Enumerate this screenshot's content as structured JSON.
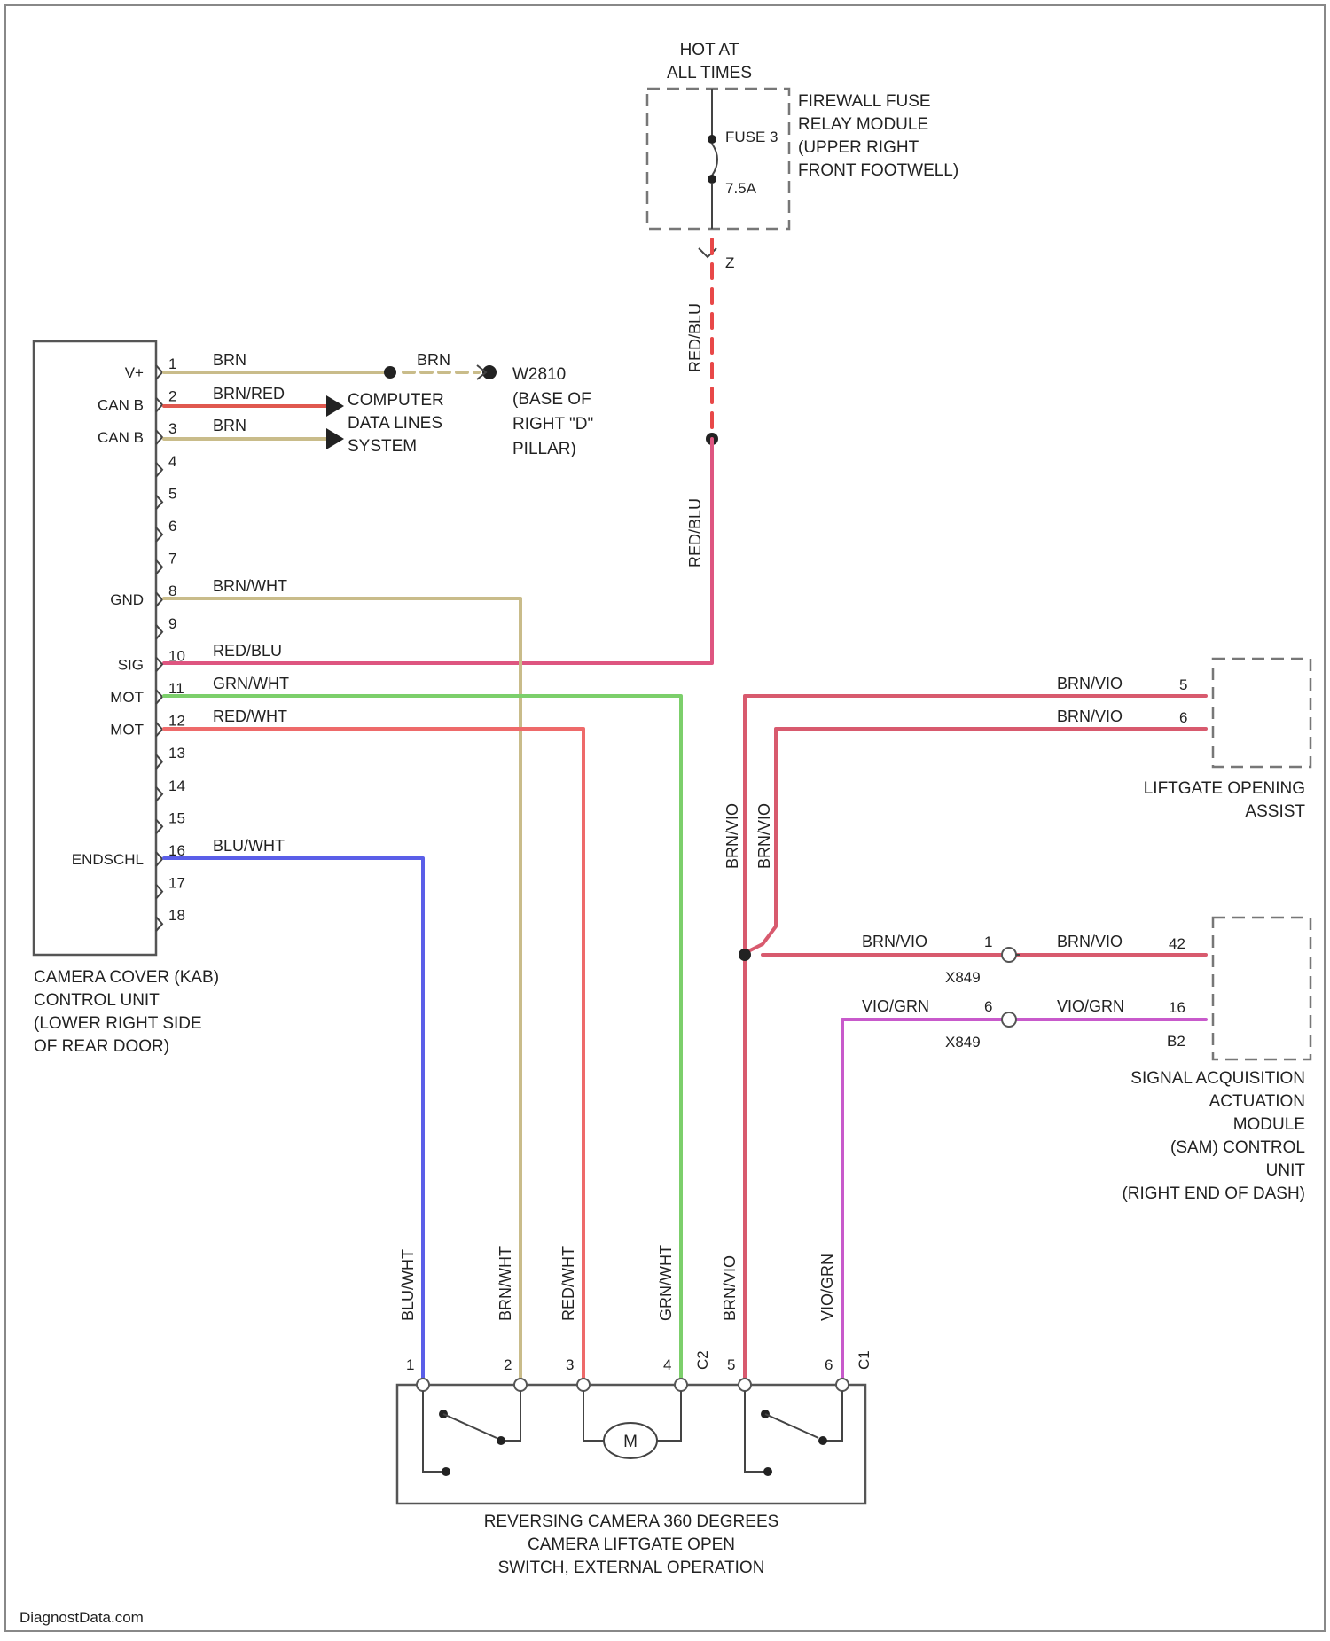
{
  "fuse_module": {
    "hot_label": [
      "HOT AT",
      "ALL TIMES"
    ],
    "fuse_name": "FUSE 3",
    "fuse_rating": "7.5A",
    "location": [
      "FIREWALL FUSE",
      "RELAY MODULE",
      "(UPPER RIGHT",
      "FRONT FOOTWELL)"
    ],
    "connector_pin": "Z"
  },
  "camera_cover_unit": {
    "title": [
      "CAMERA COVER (KAB)",
      "CONTROL UNIT",
      "(LOWER RIGHT SIDE",
      "OF REAR DOOR)"
    ],
    "pins": [
      "1",
      "2",
      "3",
      "4",
      "5",
      "6",
      "7",
      "8",
      "9",
      "10",
      "11",
      "12",
      "13",
      "14",
      "15",
      "16",
      "17",
      "18"
    ],
    "signals": {
      "1": "V+",
      "2": "CAN B",
      "3": "CAN B",
      "8": "GND",
      "10": "SIG",
      "11": "MOT",
      "12": "MOT",
      "16": "ENDSCHL"
    }
  },
  "wire_labels": {
    "w1": "BRN",
    "w1b": "BRN",
    "w2": "BRN/RED",
    "w3": "BRN",
    "w8": "BRN/WHT",
    "w10": "RED/BLU",
    "w11": "GRN/WHT",
    "w12": "RED/WHT",
    "w16": "BLU/WHT",
    "fuse_v1": "RED/BLU",
    "fuse_v2": "RED/BLU",
    "ll1": "BRN/VIO",
    "ll2": "BRN/VIO",
    "vert_ll1": "BRN/VIO",
    "vert_ll2": "BRN/VIO",
    "sam1a": "BRN/VIO",
    "sam1b": "BRN/VIO",
    "sam2a": "VIO/GRN",
    "sam2b": "VIO/GRN",
    "cam1": "BLU/WHT",
    "cam2": "BRN/WHT",
    "cam3": "RED/WHT",
    "cam4": "GRN/WHT",
    "cam5": "BRN/VIO",
    "cam6": "VIO/GRN"
  },
  "can_target": [
    "COMPUTER",
    "DATA LINES",
    "SYSTEM"
  ],
  "ground": {
    "id": "W2810",
    "location": [
      "(BASE OF",
      "RIGHT \"D\"",
      "PILLAR)"
    ]
  },
  "liftgate_assist": {
    "title": [
      "LIFTGATE OPENING",
      "ASSIST"
    ],
    "pins": [
      "5",
      "6"
    ]
  },
  "sam_unit": {
    "title": [
      "SIGNAL ACQUISITION",
      "ACTUATION",
      "MODULE",
      "(SAM) CONTROL",
      "UNIT",
      "(RIGHT END OF DASH)"
    ],
    "pins": [
      "42",
      "16"
    ],
    "connector": "B2"
  },
  "inline_connector": {
    "pins": [
      "1",
      "6"
    ],
    "ids": [
      "X849",
      "X849"
    ]
  },
  "switch_unit": {
    "title": [
      "REVERSING CAMERA 360 DEGREES",
      "CAMERA LIFTGATE OPEN",
      "SWITCH, EXTERNAL OPERATION"
    ],
    "pins": [
      "1",
      "2",
      "3",
      "4",
      "5",
      "6"
    ],
    "connectors": [
      "C2",
      "C1"
    ],
    "motor": "M"
  },
  "colors": {
    "brown": "#c9bc8a",
    "brown_red": "#e0584f",
    "red_blue": "#de5580",
    "green_white": "#7ccf6b",
    "red_white": "#ee6a6a",
    "blue_white": "#5a5ee8",
    "brown_violet": "#d85a6e",
    "violet_green": "#c85acb",
    "fuse_dash": "#e84848"
  },
  "footer": "DiagnostData.com"
}
